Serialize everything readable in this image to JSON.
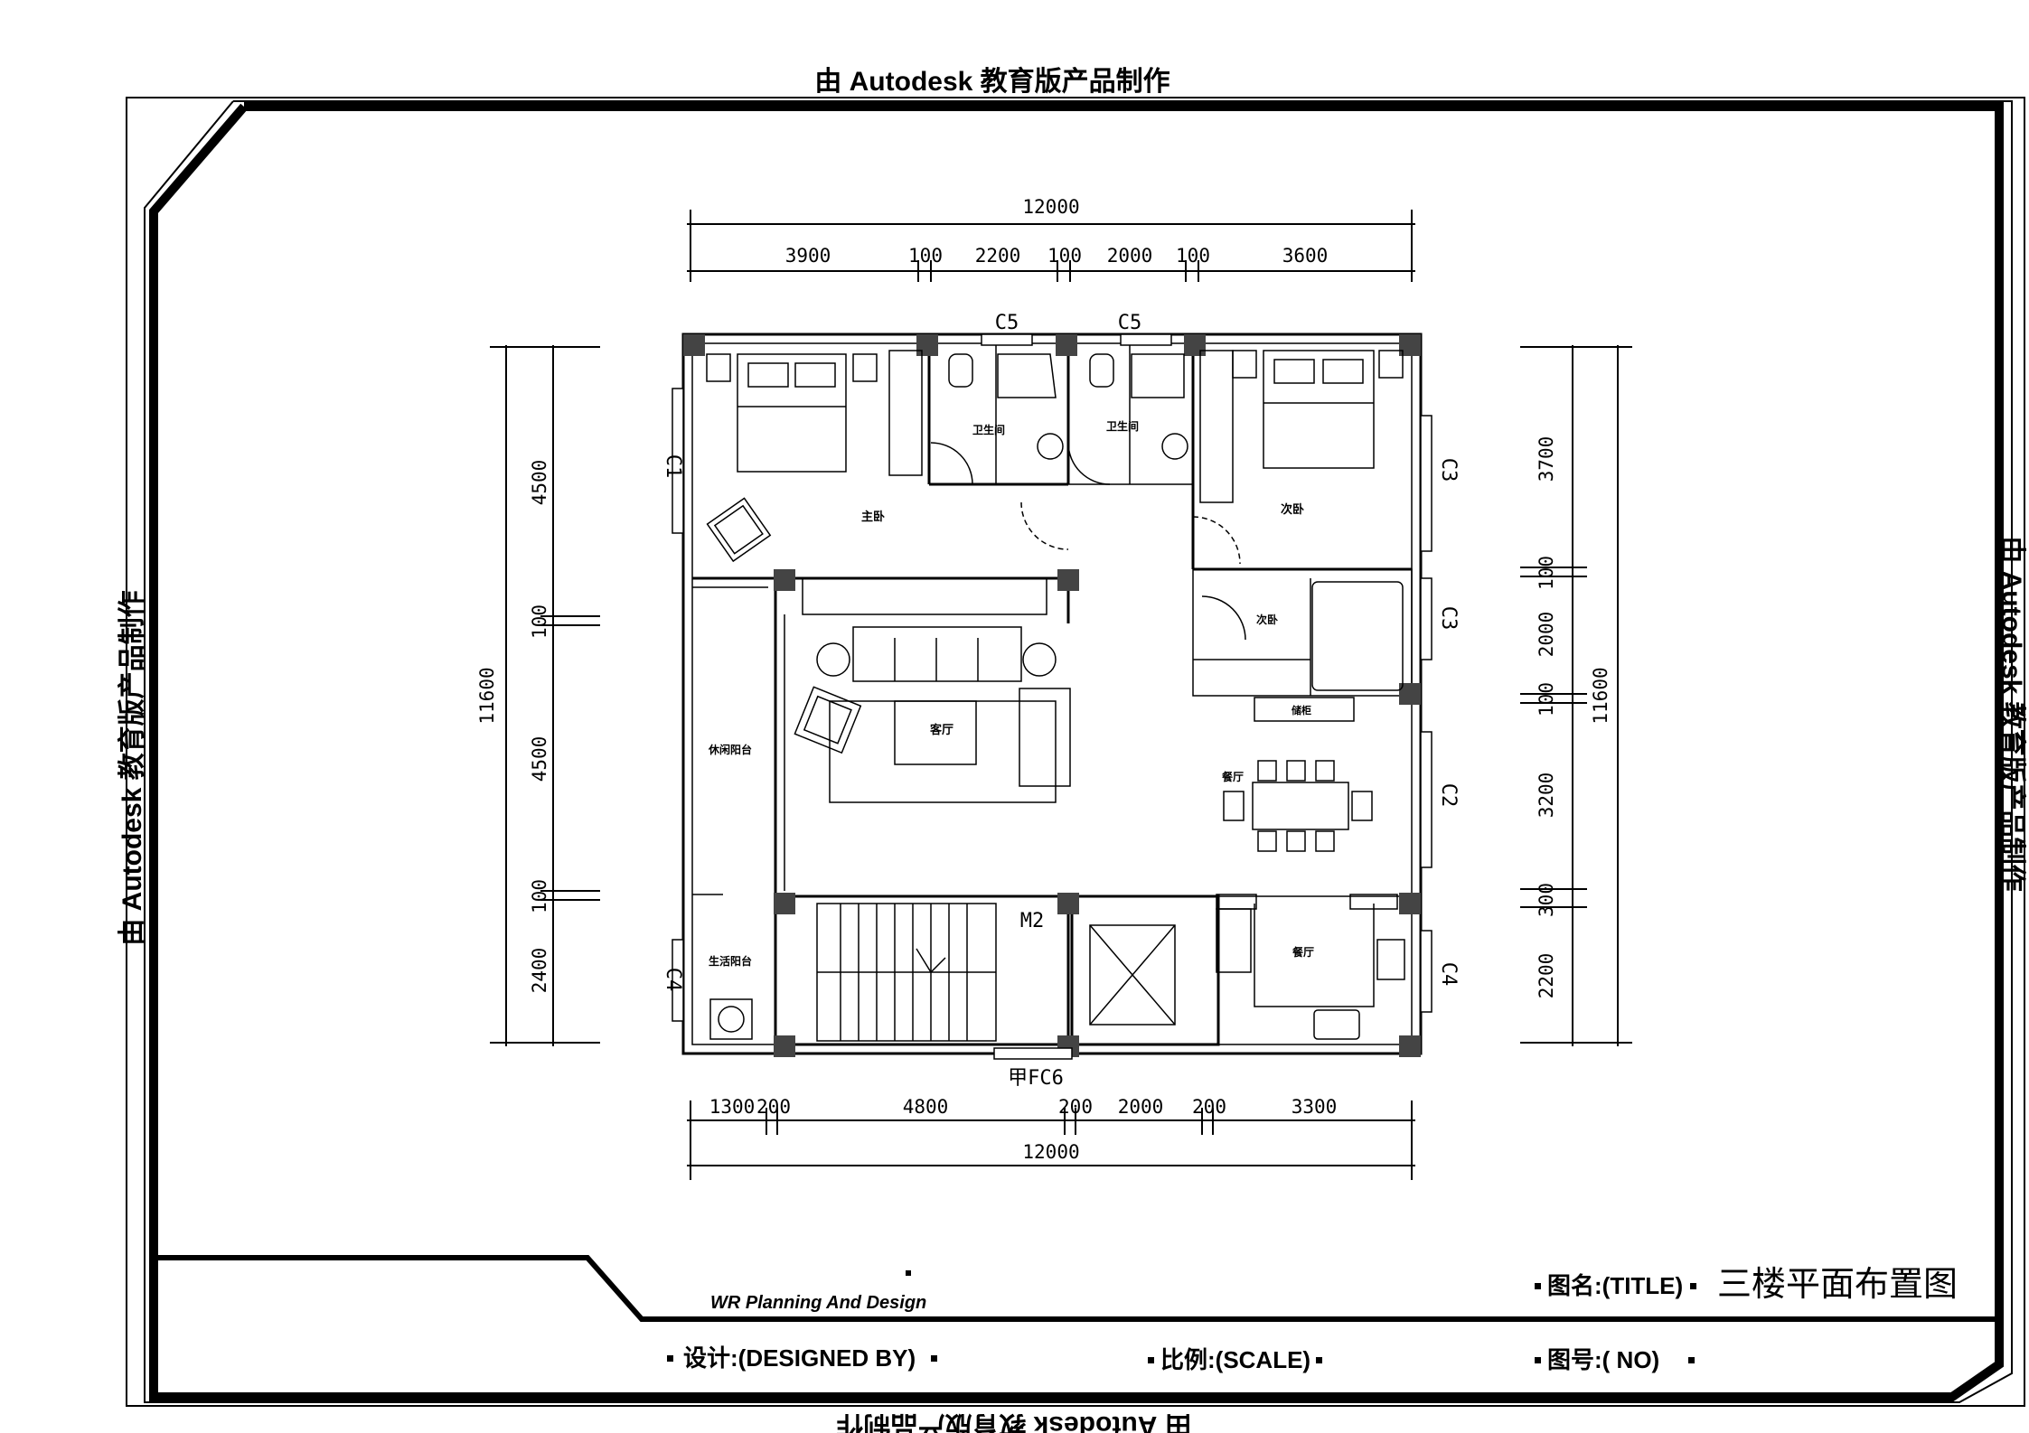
{
  "watermark": {
    "top": "由 Autodesk 教育版产品制作",
    "bottom": "由 Autodesk 教育版产品制作",
    "left": "由 Autodesk 教育版产品制作",
    "right": "由 Autodesk 教育版产品制作"
  },
  "dimensions": {
    "top_total": "12000",
    "top_parts": [
      "3900",
      "100",
      "2200",
      "100",
      "2000",
      "100",
      "3600"
    ],
    "bottom_total": "12000",
    "bottom_parts": [
      "1300",
      "200",
      "4800",
      "200",
      "2000",
      "200",
      "3300"
    ],
    "left_total": "11600",
    "left_parts": [
      "4500",
      "100",
      "4500",
      "100",
      "2400"
    ],
    "right_total": "11600",
    "right_parts": [
      "3700",
      "100",
      "2000",
      "100",
      "3200",
      "300",
      "2200"
    ]
  },
  "openings": {
    "c5_left": "C5",
    "c5_right": "C5",
    "c1": "C1",
    "c3_top": "C3",
    "c3_mid": "C3",
    "c2": "C2",
    "c4_left": "C4",
    "c4_right": "C4",
    "m2": "M2",
    "fc6": "甲FC6"
  },
  "rooms": {
    "master_bedroom": "主卧",
    "bath_left": "卫生间",
    "bath_right": "卫生间",
    "second_bedroom": "次卧",
    "second_bedroom_small": "次卧",
    "wardrobe": "储柜",
    "living_room": "客厅",
    "leisure_balcony": "休闲阳台",
    "service_balcony": "生活阳台",
    "dining_room": "餐厅",
    "kitchen": "餐厅"
  },
  "title_block": {
    "brand": "WR Planning And Design",
    "title_label": "图名:(TITLE)",
    "title_value": "三楼平面布置图",
    "designed_by_label": "设计:(DESIGNED BY)",
    "scale_label": "比例:(SCALE)",
    "number_label": "图号:( NO)"
  }
}
